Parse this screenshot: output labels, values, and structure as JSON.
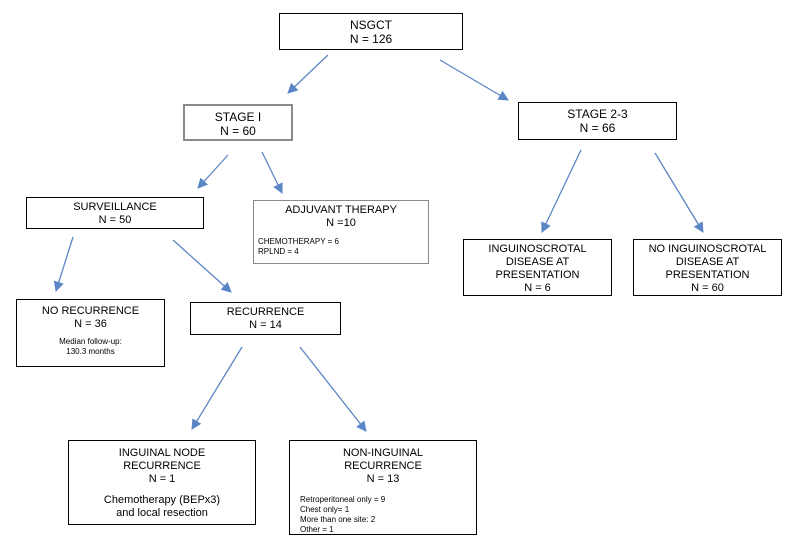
{
  "nodes": {
    "root": {
      "lines": [
        "NSGCT",
        "N = 126"
      ]
    },
    "stage1": {
      "lines": [
        "STAGE I",
        "N = 60"
      ]
    },
    "stage23": {
      "lines": [
        "STAGE 2-3",
        "N = 66"
      ]
    },
    "surveillance": {
      "lines": [
        "SURVEILLANCE",
        "N = 50"
      ]
    },
    "adjuvant": {
      "lines": [
        "ADJUVANT THERAPY",
        "N =10"
      ],
      "details": [
        "CHEMOTHERAPY = 6",
        "RPLND = 4"
      ]
    },
    "inguinoscrotal": {
      "lines": [
        "INGUINOSCROTAL",
        "DISEASE AT",
        "PRESENTATION",
        "N = 6"
      ]
    },
    "no_inguinoscrotal": {
      "lines": [
        "NO INGUINOSCROTAL",
        "DISEASE AT",
        "PRESENTATION",
        "N = 60"
      ]
    },
    "no_recurrence": {
      "lines": [
        "NO RECURRENCE",
        "N = 36"
      ],
      "details": [
        "Median follow-up:",
        "130.3 months"
      ]
    },
    "recurrence": {
      "lines": [
        "RECURRENCE",
        "N = 14"
      ]
    },
    "inguinal_node": {
      "lines": [
        "INGUINAL NODE",
        "RECURRENCE",
        "N = 1"
      ],
      "details": [
        "Chemotherapy (BEPx3)",
        "and local resection"
      ]
    },
    "non_inguinal": {
      "lines": [
        "NON-INGUINAL",
        "RECURRENCE",
        "N = 13"
      ],
      "details": [
        "Retroperitoneal only = 9",
        "Chest only= 1",
        "More than one site: 2",
        "Other = 1"
      ]
    }
  },
  "colors": {
    "arrow": "#5b86c5",
    "border": "#000000",
    "highlight_border": "#8a8a8a"
  }
}
